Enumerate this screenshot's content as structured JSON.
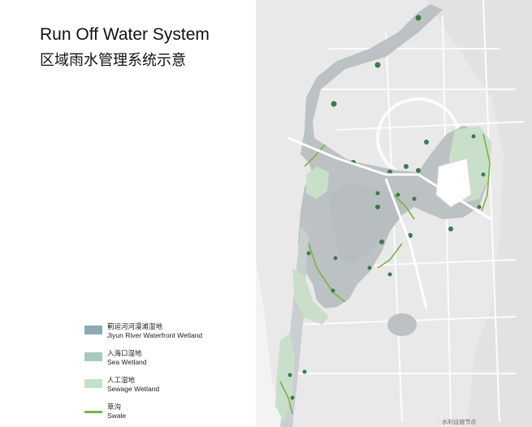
{
  "title": {
    "en": "Run Off Water System",
    "cn": "区域雨水管理系统示意"
  },
  "legend": {
    "items": [
      {
        "cn": "蓟运河河漫滩湿地",
        "en": "Jiyun River Waterfront Wetland",
        "color": "#8fa9b3",
        "kind": "box"
      },
      {
        "cn": "入海口湿地",
        "en": "Sea Wetland",
        "color": "#a9c8c0",
        "kind": "box"
      },
      {
        "cn": "人工湿地",
        "en": "Sewage Wetland",
        "color": "#c4e2c6",
        "kind": "box"
      },
      {
        "cn": "草沟",
        "en": "Swale",
        "color": "#7cb342",
        "kind": "line"
      }
    ]
  },
  "map": {
    "colors": {
      "land": "#ebebeb",
      "water": "#bcc1c3",
      "wetland": "#c9dfca",
      "road": "#ffffff",
      "node": "#3d7a4a",
      "swale": "#7cb342"
    },
    "caption": "· 水利设施节点"
  }
}
